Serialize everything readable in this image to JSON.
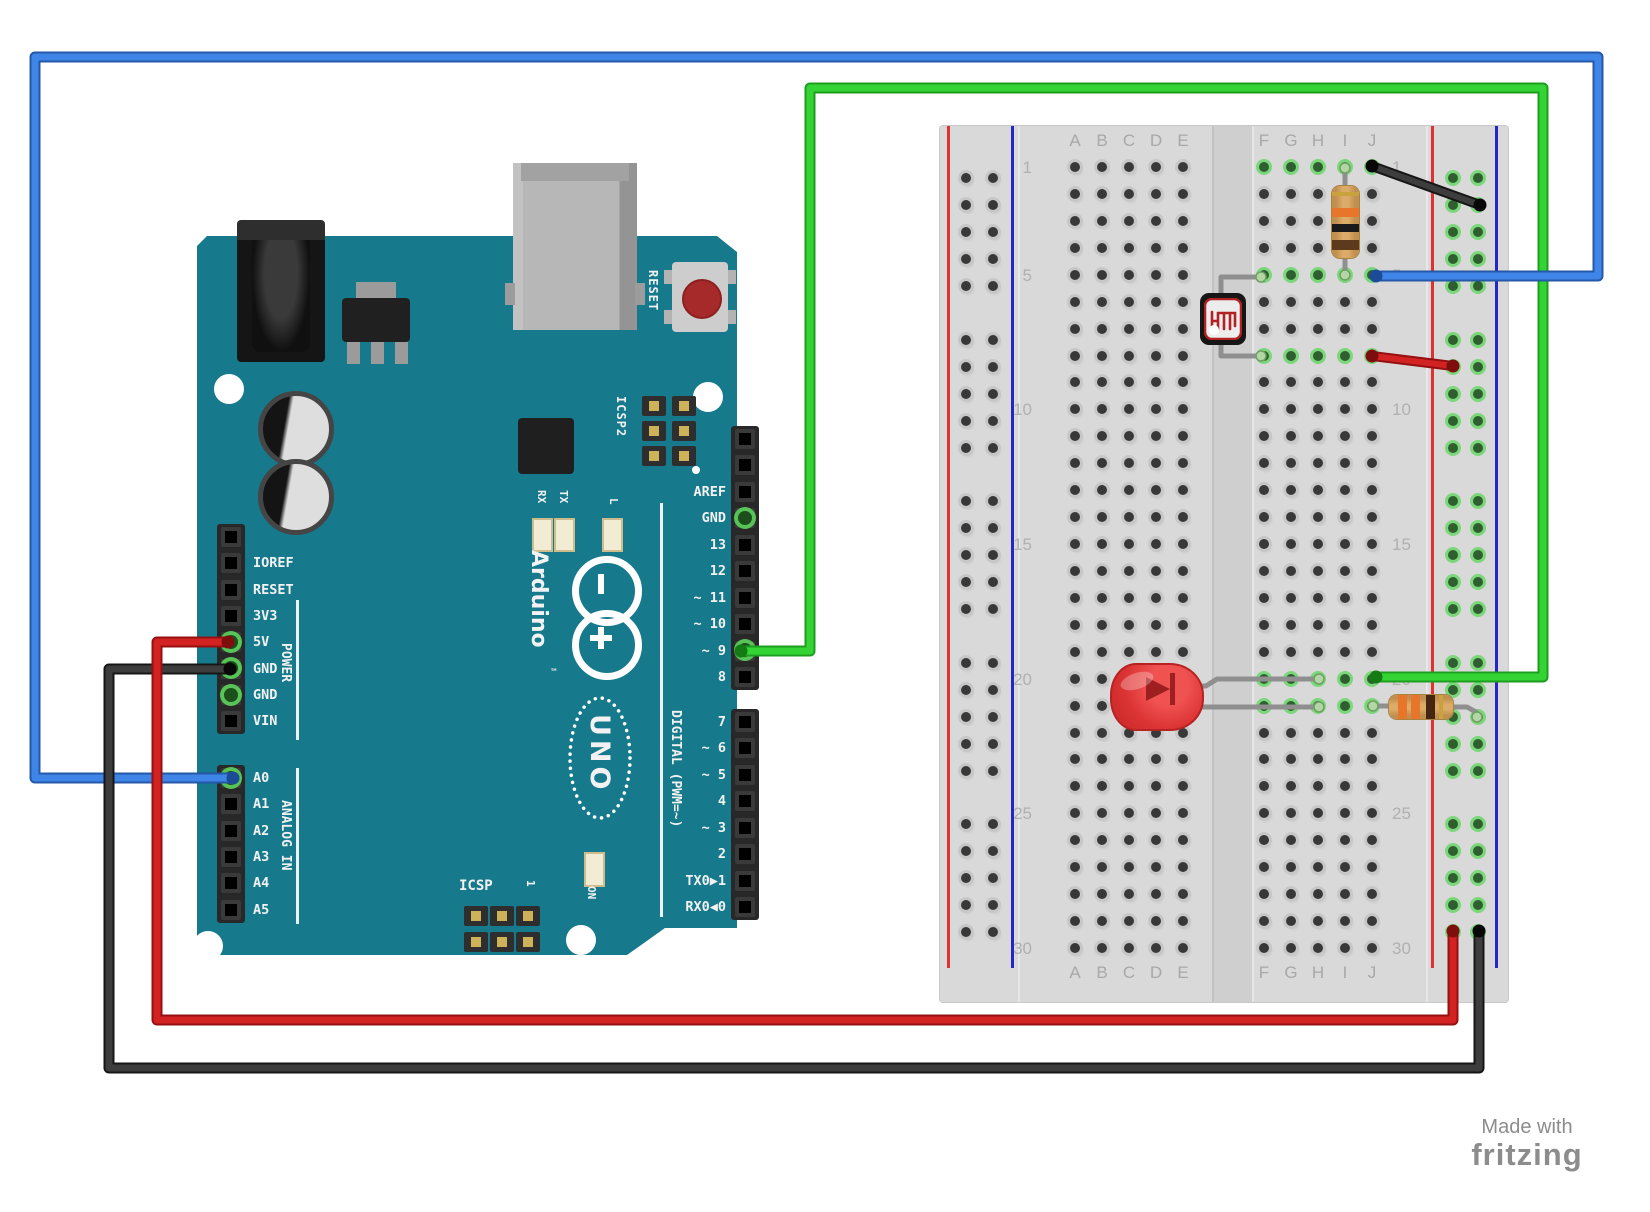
{
  "page": {
    "background": "#ffffff"
  },
  "footer": {
    "made_with": "Made with",
    "brand": "fritzing"
  },
  "arduino": {
    "board_color": "#16798c",
    "silkscreen": {
      "reset_button_label": "RESET",
      "icsp2_label": "ICSP2",
      "icsp_label": "ICSP",
      "pin1_marker": "1",
      "on_label": "ON",
      "l_label": "L",
      "tx_label": "TX",
      "rx_label": "RX",
      "power_group_label": "POWER",
      "analog_group_label": "ANALOG IN",
      "digital_group_label": "DIGITAL (PWM=~)",
      "brand": "Arduino",
      "trademark": "™",
      "model": "UNO"
    },
    "pin_labels": {
      "digital_upper": [
        "AREF",
        "GND",
        "13",
        "12",
        "~ 11",
        "~ 10",
        "~ 9",
        "8"
      ],
      "digital_lower": [
        "7",
        "~ 6",
        "~ 5",
        "4",
        "~ 3",
        "2",
        "TX0▶1",
        "RX0◀0"
      ],
      "power": [
        "IOREF",
        "RESET",
        "3V3",
        "5V",
        "GND",
        "GND",
        "VIN"
      ],
      "analog": [
        "A0",
        "A1",
        "A2",
        "A3",
        "A4",
        "A5"
      ]
    }
  },
  "breadboard": {
    "column_labels_left": [
      "A",
      "B",
      "C",
      "D",
      "E"
    ],
    "column_labels_right": [
      "F",
      "G",
      "H",
      "I",
      "J"
    ],
    "row_numbers": [
      1,
      5,
      10,
      15,
      20,
      25,
      30
    ],
    "positive_rail_color": "#e03030",
    "negative_rail_color": "#2525c8",
    "connected_rows": [
      1,
      5,
      8,
      20,
      21
    ]
  },
  "components": {
    "resistor_top": {
      "part": "resistor",
      "band_colors": [
        "#c7a23d",
        "#e8762a",
        "#1a1a1a",
        "#5e3a1c"
      ]
    },
    "resistor_led": {
      "part": "resistor",
      "band_colors": [
        "#e8762a",
        "#e8762a",
        "#45260e",
        "#c7a23d"
      ]
    },
    "led": {
      "part": "red LED",
      "body_color": "#d93636"
    },
    "photoresistor": {
      "part": "photoresistor (LDR)"
    }
  },
  "wires": [
    {
      "id": "blue",
      "color": "#3f85e8",
      "from": "Arduino pin A0",
      "to": "breadboard J5"
    },
    {
      "id": "green",
      "color": "#35d435",
      "from": "Arduino pin ~9",
      "to": "breadboard J20"
    },
    {
      "id": "red",
      "color": "#d32222",
      "from": "Arduino 5V",
      "to": "right power rail +"
    },
    {
      "id": "black",
      "color": "#3d3d3d",
      "from": "Arduino GND",
      "to": "right power rail −"
    },
    {
      "id": "jumper_black",
      "color": "#3d3d3d",
      "from": "breadboard J1",
      "to": "right power rail −"
    },
    {
      "id": "jumper_red",
      "color": "#d32222",
      "from": "breadboard J8",
      "to": "right power rail +"
    }
  ]
}
